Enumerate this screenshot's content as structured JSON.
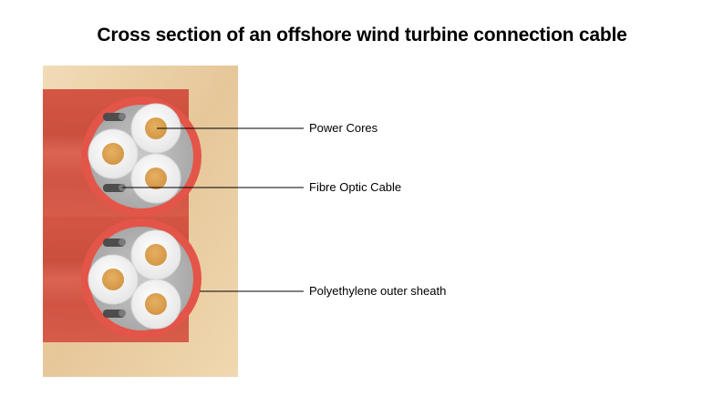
{
  "title": "Cross section of an offshore wind turbine connection cable",
  "labels": {
    "power_cores": "Power Cores",
    "fibre_optic": "Fibre Optic Cable",
    "outer_sheath": "Polyethylene outer sheath"
  },
  "colors": {
    "background_sand": "#ecd2a8",
    "cable_red": "#d9503f",
    "sheath_ring": "#e35548",
    "inner_fill": "#bdbdbd",
    "core_insulation": "#f2f2f2",
    "conductor": "#dba24f",
    "fibre_optic": "#555555"
  }
}
